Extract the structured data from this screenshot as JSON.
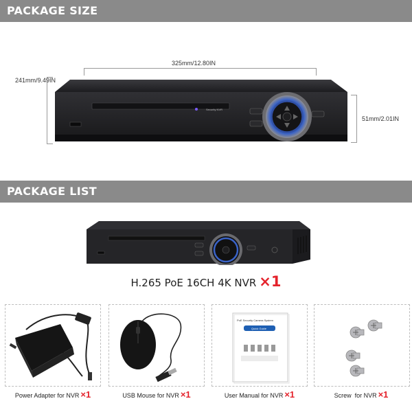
{
  "sections": {
    "package_size_title": "PACKAGE SIZE",
    "package_list_title": "PACKAGE LIST"
  },
  "dimensions": {
    "width": "325mm/12.80IN",
    "depth": "241mm/9.49IN",
    "height": "51mm/2.01IN"
  },
  "product": {
    "name": "H.265 PoE 16CH 4K NVR",
    "qty": "×1",
    "front_label": "Security NVR"
  },
  "accessories": [
    {
      "label": "Power Adapter for NVR",
      "qty": "×1"
    },
    {
      "label": "USB Mouse for NVR",
      "qty": "×1"
    },
    {
      "label": "User Manual for NVR",
      "qty": "×1"
    },
    {
      "label": "Screw  for NVR",
      "qty": "×1"
    }
  ],
  "manual": {
    "cover_title": "PoE Security Camera System",
    "guide_badge": "Quick Guide"
  },
  "colors": {
    "band": "#8a8a8a",
    "accent_red": "#e4222b",
    "device_body": "#2b2b2e",
    "ring_blue": "#3a63c8"
  }
}
